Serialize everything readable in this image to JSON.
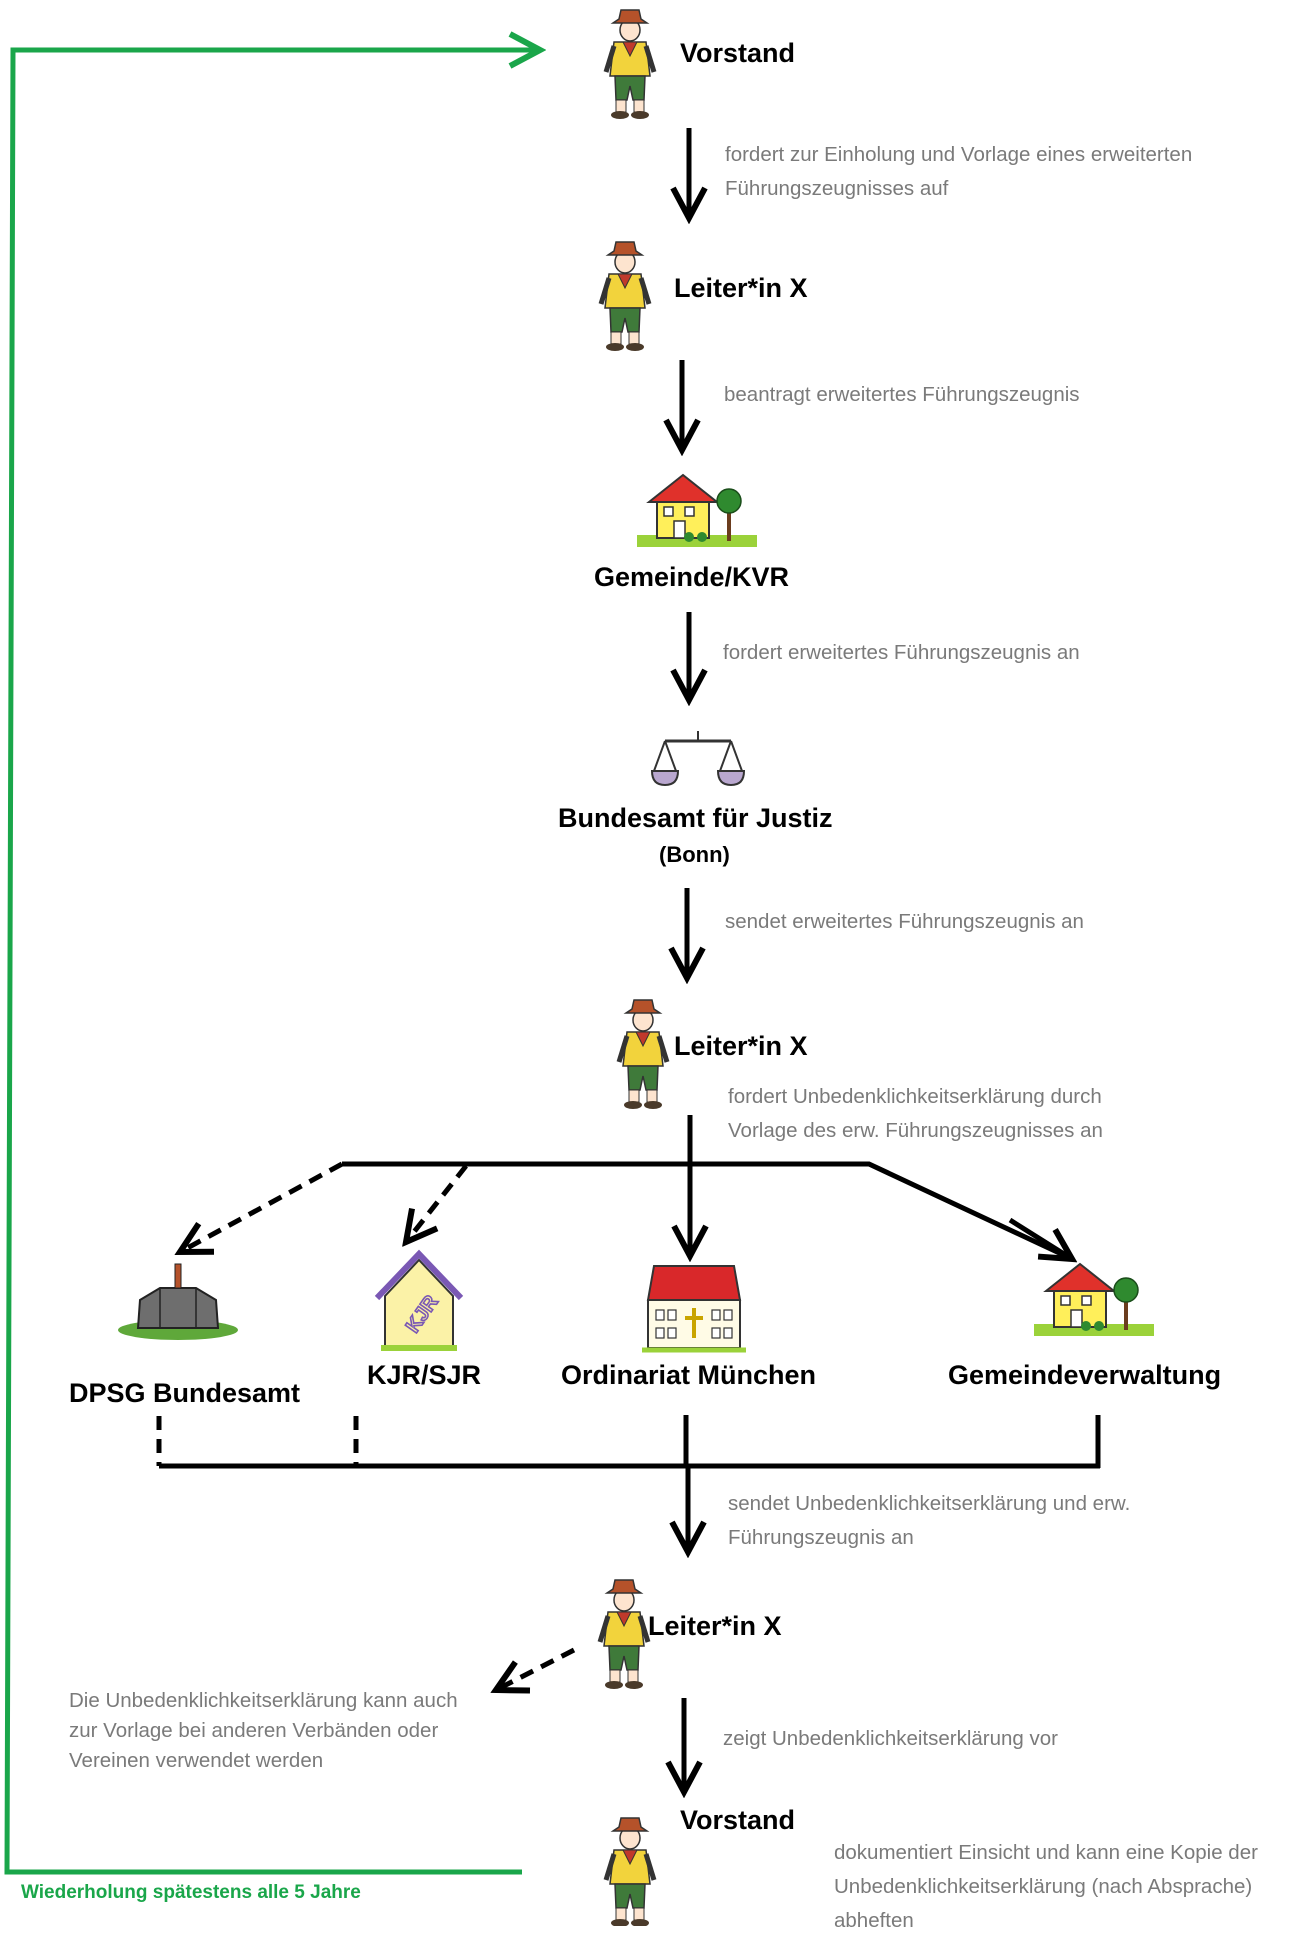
{
  "nodes": {
    "vorstand_top": "Vorstand",
    "leiter_1": "Leiter*in X",
    "gemeinde_kvr": "Gemeinde/KVR",
    "bundesamt_justiz": "Bundesamt für Justiz",
    "bundesamt_justiz_sub": "(Bonn)",
    "leiter_2": "Leiter*in X",
    "dpsg": "DPSG Bundesamt",
    "kjr": "KJR/SJR",
    "ordinariat": "Ordinariat München",
    "gemeindeverwaltung": "Gemeindeverwaltung",
    "leiter_3": "Leiter*in X",
    "vorstand_bottom": "Vorstand"
  },
  "edges": {
    "e1": [
      "fordert zur Einholung und Vorlage eines erweiterten",
      "Führungszeugnisses auf"
    ],
    "e2": "beantragt erweitertes Führungszeugnis",
    "e3": "fordert erweitertes Führungszeugnis an",
    "e4": "sendet erweitertes Führungszeugnis an",
    "e5": [
      "fordert Unbedenklichkeitserklärung durch",
      "Vorlage des erw. Führungszeugnisses an"
    ],
    "e6": [
      "sendet Unbedenklichkeitserklärung und erw.",
      "Führungszeugnis an"
    ],
    "e7": "zeigt Unbedenklichkeitserklärung vor",
    "e8": [
      "dokumentiert Einsicht und kann eine Kopie der",
      "Unbedenklichkeitserklärung (nach Absprache)",
      "abheften"
    ]
  },
  "note": [
    "Die Unbedenklichkeitserklärung kann auch",
    "zur Vorlage bei anderen Verbänden oder",
    "Vereinen verwendet werden"
  ],
  "loop_label": "Wiederholung spätestens alle 5 Jahre",
  "colors": {
    "loop_green": "#1aa64a",
    "edge_text": "#7a7a7a",
    "scout_shirt": "#f2d33c",
    "scout_hat": "#b5522a",
    "house_wall": "#ffef5a",
    "house_roof": "#e0312b",
    "grass": "#9bd23a",
    "church_roof": "#d9282a"
  },
  "icons": [
    "scout-figure-icon",
    "house-with-tree-icon",
    "scales-of-justice-icon",
    "tent-icon",
    "kjr-house-icon",
    "church-icon"
  ]
}
